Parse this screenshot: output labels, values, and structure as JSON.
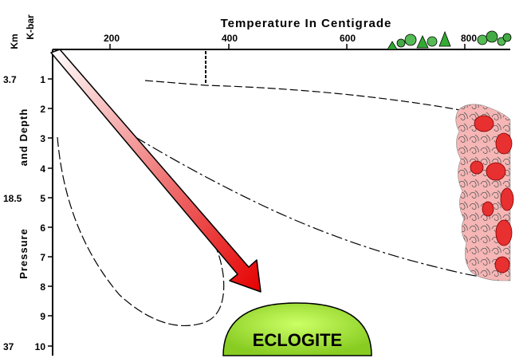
{
  "diagram": {
    "top_title": "Temperature In Centigrade",
    "left_title_lower": "Pressure",
    "left_title_upper": "and Depth",
    "unit_km": "Km",
    "unit_kbar": "K-bar",
    "x_ticks": [
      "200",
      "400",
      "600",
      "800"
    ],
    "y_ticks": [
      "1",
      "2",
      "3",
      "4",
      "5",
      "6",
      "7",
      "8",
      "9",
      "10"
    ],
    "depth_labels": [
      "3.7",
      "18.5",
      "37"
    ],
    "eclogite_label": "ECLOGITE",
    "colors": {
      "arrow_start": "#ffffff",
      "arrow_mid": "#f08080",
      "arrow_end": "#e60000",
      "eclogite_fill": "#99dd33",
      "melt_pink": "#f4a8a8",
      "melt_red": "#e83030",
      "tree_green": "#33aa33"
    },
    "icons": [
      "tree-icon",
      "arrow-icon",
      "melt-zone-pattern"
    ]
  }
}
